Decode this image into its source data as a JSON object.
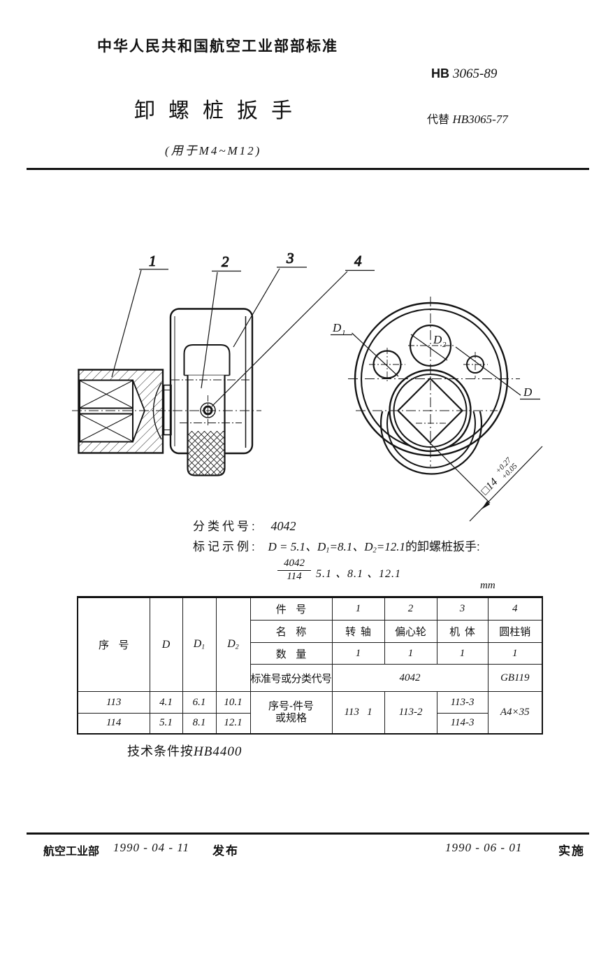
{
  "page": {
    "org_line": "中华人民共和国航空工业部部标准",
    "standard_prefix": "HB",
    "standard_number": "3065-89",
    "title": "卸螺桩扳手",
    "replaces_label": "代替",
    "replaces_number": "HB3065-77",
    "scope": "(用于M4~M12)",
    "class_code_label": "分类代号:",
    "class_code_value": "4042",
    "example_label": "标记示例:",
    "example_f1": "D = 5.1、D",
    "example_sub1": "1",
    "example_f2": "=8.1、D",
    "example_sub2": "2",
    "example_f3": "=12.1",
    "example_suffix": "的卸螺桩扳手:",
    "designation_numerator": "4042",
    "designation_denominator": "114",
    "designation_sizes": "5.1 、8.1 、12.1",
    "tech_note_cjk": "技术条件按",
    "tech_note_code": "HB4400"
  },
  "figure": {
    "callout_1": "1",
    "callout_2": "2",
    "callout_3": "3",
    "callout_4": "4",
    "label_d1_main": "D",
    "label_d1_sub": "1",
    "label_d2_main": "D",
    "label_d2_sub": "2",
    "label_d": "D",
    "dim_square": "□14",
    "dim_tol_upper": "+0.27",
    "dim_tol_lower": "+0.05"
  },
  "table": {
    "unit": "mm",
    "header": {
      "serial": "序号",
      "d": "D",
      "d1_main": "D",
      "d1_sub": "1",
      "d2_main": "D",
      "d2_sub": "2",
      "part_no": "件号",
      "name": "名称",
      "qty": "数量",
      "std": "标准号或分类代号",
      "spec_line1": "序号-件号",
      "spec_line2": "或规格"
    },
    "part_nos": [
      "1",
      "2",
      "3",
      "4"
    ],
    "names": [
      "转轴",
      "偏心轮",
      "机体",
      "圆柱销"
    ],
    "qtys": [
      "1",
      "1",
      "1",
      "1"
    ],
    "std_parts123": "4042",
    "std_part4": "GB119",
    "spec_part1": "113   1",
    "spec_part2": "113-2",
    "spec_part3_row1": "113-3",
    "spec_part3_row2": "114-3",
    "spec_part4": "A4×35",
    "rows": [
      {
        "serial": "113",
        "d": "4.1",
        "d1": "6.1",
        "d2": "10.1"
      },
      {
        "serial": "114",
        "d": "5.1",
        "d1": "8.1",
        "d2": "12.1"
      }
    ]
  },
  "footer": {
    "org": "航空工业部",
    "release_date": "1990 - 04 - 11",
    "release_label": "发布",
    "implement_date": "1990 - 06 - 01",
    "implement_label": "实施"
  }
}
